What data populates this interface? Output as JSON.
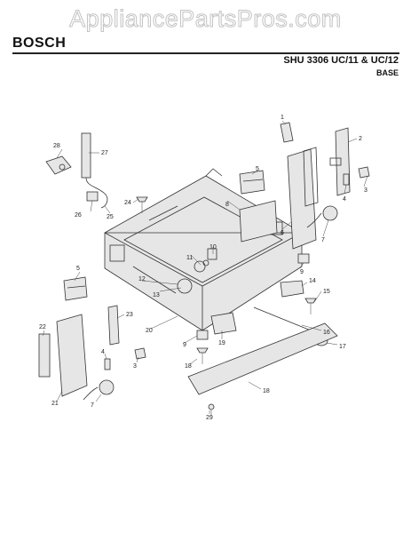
{
  "watermark": "AppliancePartsPros.com",
  "header": {
    "brand": "BOSCH",
    "model": "SHU 3306 UC/11 & UC/12",
    "section": "BASE"
  },
  "callouts": [
    "1",
    "2",
    "3",
    "4",
    "5",
    "6",
    "7",
    "8",
    "9",
    "10",
    "11",
    "12",
    "13",
    "14",
    "15",
    "16",
    "17",
    "18",
    "19",
    "20",
    "21",
    "22",
    "23",
    "24",
    "25",
    "26",
    "27",
    "28",
    "29"
  ]
}
